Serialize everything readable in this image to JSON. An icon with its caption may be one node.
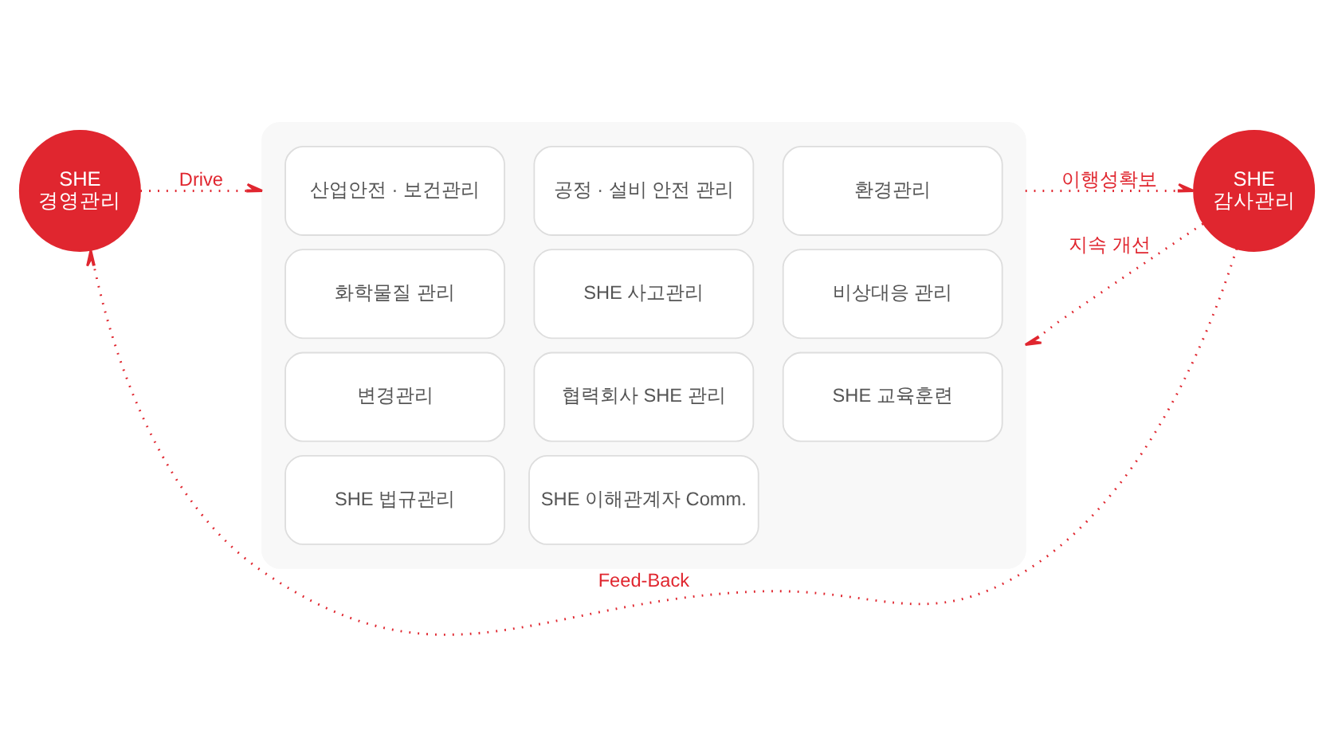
{
  "diagram": {
    "nodes": [
      {
        "text": [
          "SHE 경영관리"
        ]
      },
      {
        "text": [],
        "shape": "box"
      },
      {
        "text": [
          "산업안전 · 보건관리"
        ],
        "in": 1
      },
      {
        "text": [
          "공정 · 설비 안전 관리"
        ],
        "in": 1
      },
      {
        "text": [
          "환경관리"
        ],
        "in": 1
      },
      {
        "text": [
          "화학물질 관리"
        ],
        "in": 1
      },
      {
        "text": [
          "SHE 사고관리"
        ],
        "in": 1
      },
      {
        "text": [
          "비상대응 관리"
        ],
        "in": 1
      },
      {
        "text": [
          "변경관리"
        ],
        "in": 1
      },
      {
        "text": [
          "협력회사 SHE 관리"
        ],
        "in": 1
      },
      {
        "text": [
          "SHE 교육훈련"
        ],
        "in": 1
      },
      {
        "text": [
          "SHE 법규관리"
        ],
        "in": 1
      },
      {
        "text": [
          "SHE 이해관계자 Comm."
        ],
        "in": 1
      },
      {
        "text": [
          "SHE 감사관리"
        ]
      }
    ],
    "edges": [
      {
        "from": 0,
        "to": 1,
        "arrow": "to",
        "label": "Drive",
        "style": "dashed"
      },
      {
        "from": 1,
        "to": 13,
        "arrow": "to",
        "label": "이행성확보",
        "style": "dashed"
      },
      {
        "from": 13,
        "to": 1,
        "arrow": "to",
        "label": "지속 개선",
        "style": "dashed"
      },
      {
        "from": 13,
        "to": 0,
        "arrow": "to",
        "label": "Feed-Back",
        "style": "dashed"
      }
    ]
  }
}
